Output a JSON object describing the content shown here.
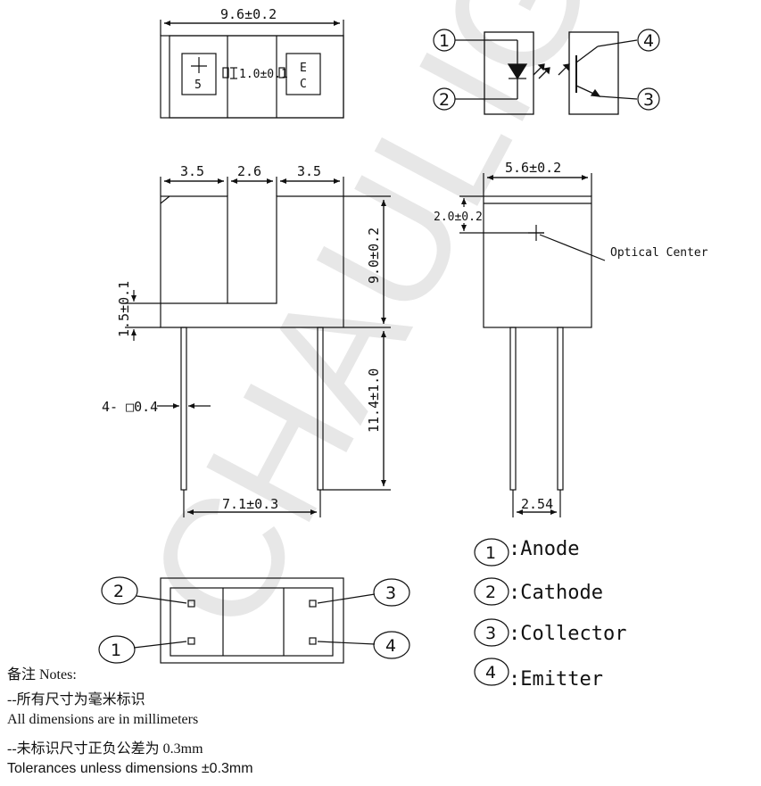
{
  "watermark": "CHAULIGHT",
  "top_view": {
    "width_dim": "9.6±0.2",
    "slot_dim": "1.0±0.1",
    "left_marks": [
      "5"
    ],
    "right_marks": [
      "E",
      "C"
    ]
  },
  "schematic": {
    "pins": [
      "1",
      "2",
      "3",
      "4"
    ]
  },
  "front_view": {
    "top_dims": [
      "3.5",
      "2.6",
      "3.5"
    ],
    "height_dim": "9.0±0.2",
    "slot_bottom_dim": "1.5±0.1",
    "lead_size": "4- □0.4",
    "lead_length": "11.4±1.0",
    "lead_pitch": "7.1±0.3"
  },
  "side_view": {
    "width_dim": "5.6±0.2",
    "optical_offset": "2.0±0.2",
    "optical_center_label": "Optical Center",
    "lead_pitch": "2.54"
  },
  "bottom_view": {
    "pins": [
      "2",
      "1",
      "3",
      "4"
    ]
  },
  "legend": [
    {
      "num": "1",
      "label": ":Anode"
    },
    {
      "num": "2",
      "label": ":Cathode"
    },
    {
      "num": "3",
      "label": ":Collector"
    },
    {
      "num": "4",
      "label": ":Emitter"
    }
  ],
  "notes": {
    "heading": "备注 Notes:",
    "line1": "--所有尺寸为毫米标识",
    "line2": "All dimensions are in millimeters",
    "line3": "--未标识尺寸正负公差为 0.3mm",
    "line4": "Tolerances unless dimensions ±0.3mm"
  }
}
